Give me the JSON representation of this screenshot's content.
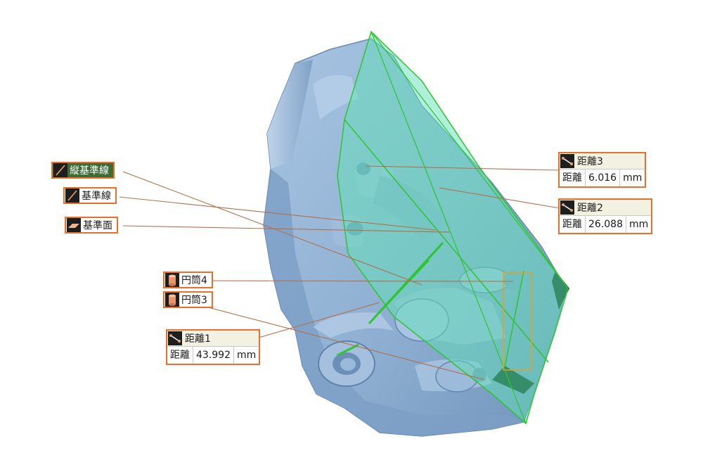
{
  "colors": {
    "part": "#8fb0d2",
    "plane": "#5fe0b8",
    "edge": "#2ec52e",
    "leader": "#b0704a",
    "annotation_border": "#e8702a"
  },
  "features": [
    {
      "id": "vertical_reference_line",
      "label": "縦基準線",
      "icon": "line-icon"
    },
    {
      "id": "reference_line",
      "label": "基準線",
      "icon": "line-icon"
    },
    {
      "id": "reference_plane",
      "label": "基準面",
      "icon": "plane-icon"
    },
    {
      "id": "cylinder_4",
      "label": "円筒4",
      "icon": "cylinder-icon"
    },
    {
      "id": "cylinder_3",
      "label": "円筒3",
      "icon": "cylinder-icon"
    }
  ],
  "measurements": [
    {
      "id": "distance_3",
      "title": "距離3",
      "name": "距離",
      "value": "6.016",
      "unit": "mm",
      "icon": "distance-icon"
    },
    {
      "id": "distance_2",
      "title": "距離2",
      "name": "距離",
      "value": "26.088",
      "unit": "mm",
      "icon": "distance-icon"
    },
    {
      "id": "distance_1",
      "title": "距離1",
      "name": "距離",
      "value": "43.992",
      "unit": "mm",
      "icon": "distance-icon"
    }
  ]
}
